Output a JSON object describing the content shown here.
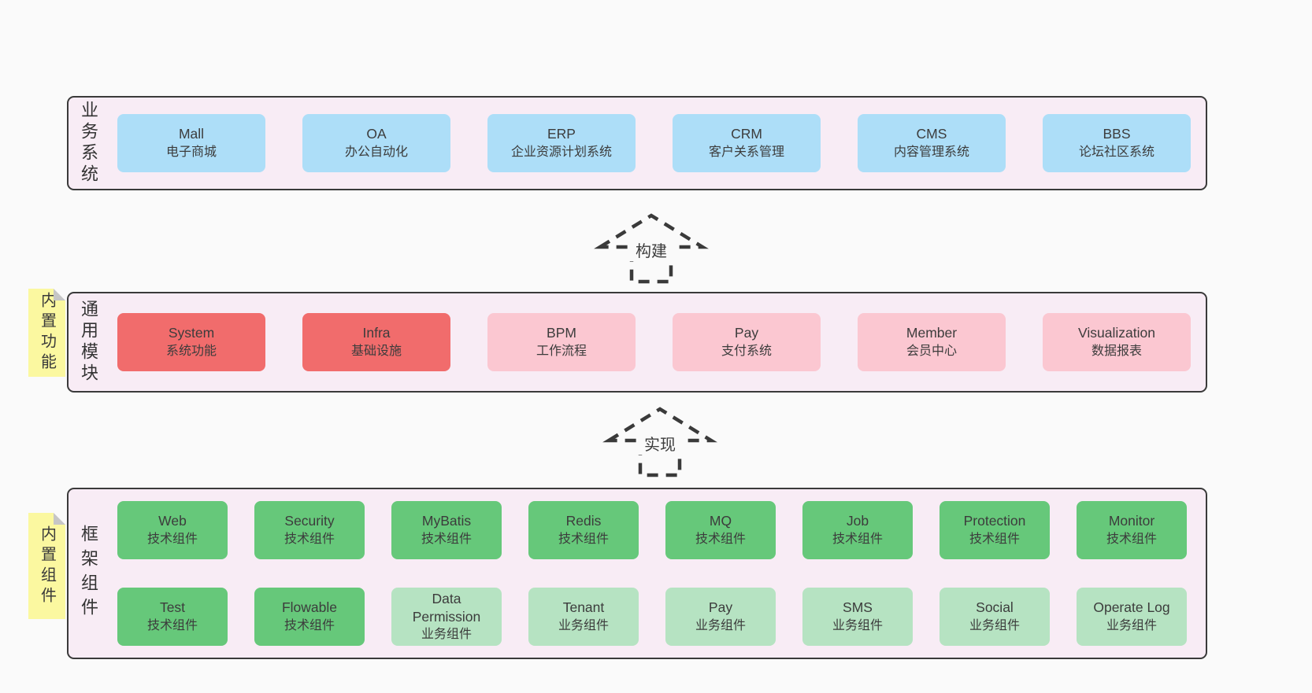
{
  "palette": {
    "page_bg": "#fafafa",
    "panel_bg": "#f8ecf5",
    "panel_border": "#3a3a3a",
    "blue_box": "#addef8",
    "red_box": "#f16c6c",
    "pink_box": "#fbc7d1",
    "green_box": "#66c87a",
    "light_green_box": "#b6e3c2",
    "sticky_note": "#fbf8a0",
    "note_fold": "#c6c6c6",
    "text": "#3c3c3c"
  },
  "arrows": [
    {
      "label": "构建"
    },
    {
      "label": "实现"
    }
  ],
  "layers": [
    {
      "label": "业务系统",
      "boxes": [
        {
          "title": "Mall",
          "subtitle": "电子商城"
        },
        {
          "title": "OA",
          "subtitle": "办公自动化"
        },
        {
          "title": "ERP",
          "subtitle": "企业资源计划系统"
        },
        {
          "title": "CRM",
          "subtitle": "客户关系管理"
        },
        {
          "title": "CMS",
          "subtitle": "内容管理系统"
        },
        {
          "title": "BBS",
          "subtitle": "论坛社区系统"
        }
      ]
    },
    {
      "label": "通用模块",
      "note": "内置功能",
      "boxes": [
        {
          "title": "System",
          "subtitle": "系统功能"
        },
        {
          "title": "Infra",
          "subtitle": "基础设施"
        },
        {
          "title": "BPM",
          "subtitle": "工作流程"
        },
        {
          "title": "Pay",
          "subtitle": "支付系统"
        },
        {
          "title": "Member",
          "subtitle": "会员中心"
        },
        {
          "title": "Visualization",
          "subtitle": "数据报表"
        }
      ]
    },
    {
      "label": "框架组件",
      "note": "内置组件",
      "rows": [
        [
          {
            "title": "Web",
            "subtitle": "技术组件"
          },
          {
            "title": "Security",
            "subtitle": "技术组件"
          },
          {
            "title": "MyBatis",
            "subtitle": "技术组件"
          },
          {
            "title": "Redis",
            "subtitle": "技术组件"
          },
          {
            "title": "MQ",
            "subtitle": "技术组件"
          },
          {
            "title": "Job",
            "subtitle": "技术组件"
          },
          {
            "title": "Protection",
            "subtitle": "技术组件"
          },
          {
            "title": "Monitor",
            "subtitle": "技术组件"
          }
        ],
        [
          {
            "title": "Test",
            "subtitle": "技术组件"
          },
          {
            "title": "Flowable",
            "subtitle": "技术组件"
          },
          {
            "title": "Data Permission",
            "subtitle": "业务组件"
          },
          {
            "title": "Tenant",
            "subtitle": "业务组件"
          },
          {
            "title": "Pay",
            "subtitle": "业务组件"
          },
          {
            "title": "SMS",
            "subtitle": "业务组件"
          },
          {
            "title": "Social",
            "subtitle": "业务组件"
          },
          {
            "title": "Operate Log",
            "subtitle": "业务组件"
          }
        ]
      ]
    }
  ]
}
